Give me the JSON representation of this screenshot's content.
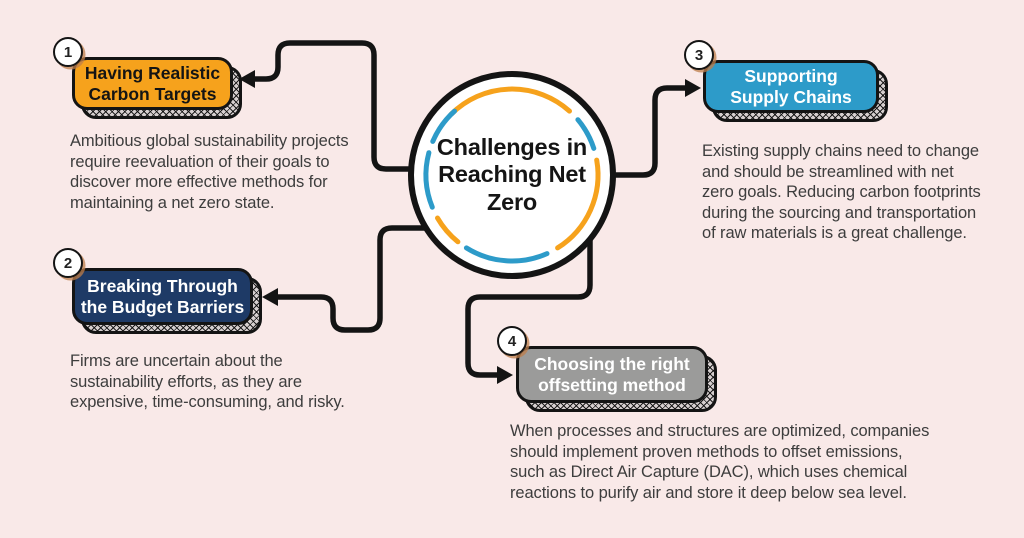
{
  "title": "Challenges in Reaching Net Zero",
  "center": {
    "title": "Challenges in\nReaching Net\nZero"
  },
  "colors": {
    "background": "#F9E9E8",
    "line_black": "#141414",
    "box_orange": "#F6A21C",
    "box_navy": "#1E3A66",
    "box_blue": "#2D9BC9",
    "box_gray": "#9B9B9A",
    "dash_blue": "#2D9BC9",
    "dash_orange": "#F6A21C",
    "body_text": "#3D3D3D"
  },
  "items": [
    {
      "number": "1",
      "title": "Having Realistic\nCarbon Targets",
      "description": "Ambitious global sustainability projects\nrequire reevaluation of their goals to\ndiscover more effective methods for\nmaintaining a net zero state.",
      "color": "#F6A21C"
    },
    {
      "number": "2",
      "title": "Breaking Through\nthe Budget Barriers",
      "description": "Firms are uncertain about the\nsustainability efforts, as they are\nexpensive, time-consuming, and risky.",
      "color": "#1E3A66"
    },
    {
      "number": "3",
      "title": "Supporting\nSupply Chains",
      "description": "Existing supply chains need to change\nand should be streamlined with net\nzero goals. Reducing carbon footprints\nduring the sourcing and transportation\nof raw materials is a great challenge.",
      "color": "#2D9BC9"
    },
    {
      "number": "4",
      "title": "Choosing the right\noffsetting method",
      "description": "When processes and structures are optimized, companies\nshould implement proven methods to offset emissions,\nsuch as Direct Air Capture (DAC), which uses chemical\nreactions to purify air and store it deep below sea level.",
      "color": "#9B9B9A"
    }
  ]
}
